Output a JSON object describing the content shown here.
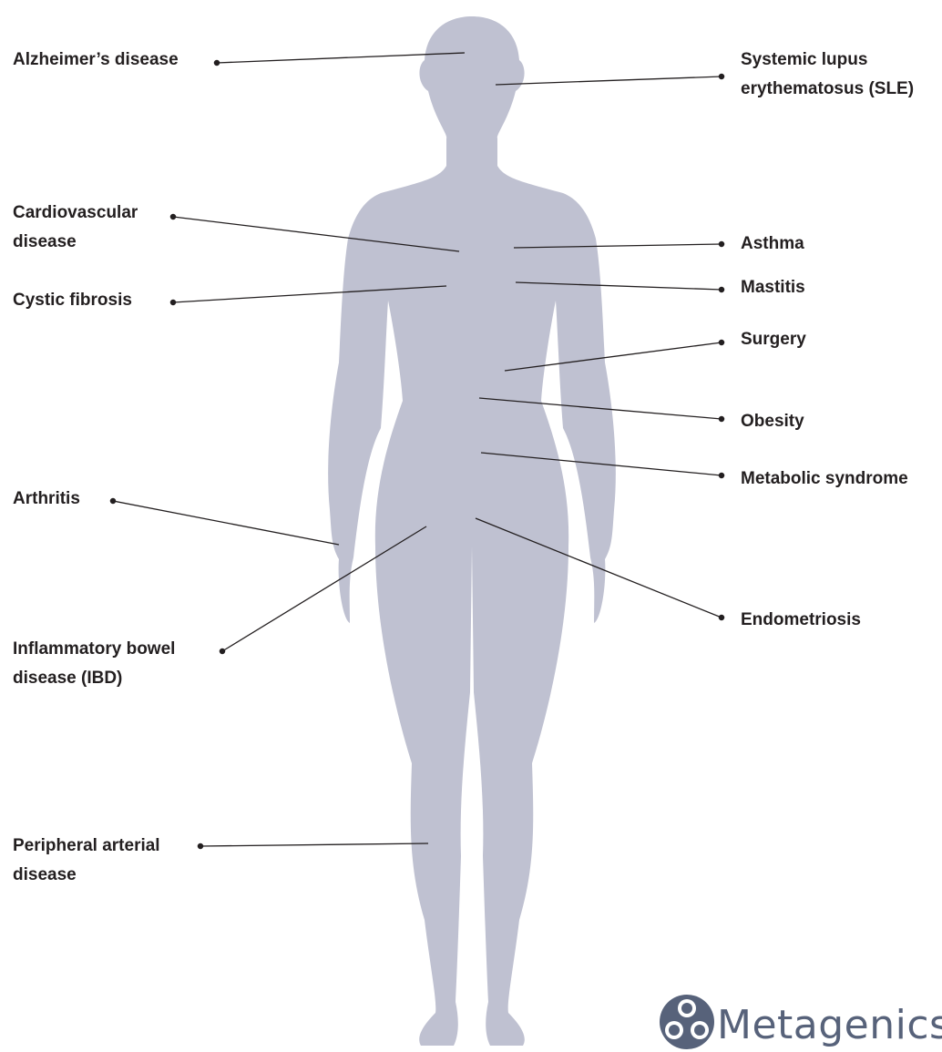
{
  "figure": {
    "silhouette_color": "#bfc1d1",
    "line_color": "#231f20",
    "label_color": "#231f20"
  },
  "labels": [
    {
      "id": "alzheimers",
      "text": "Alzheimer’s disease"
    },
    {
      "id": "sle",
      "text": "Systemic lupus\nerythematosus (SLE)"
    },
    {
      "id": "cardiovascular",
      "text": "Cardiovascular\ndisease"
    },
    {
      "id": "asthma",
      "text": "Asthma"
    },
    {
      "id": "cystic-fibrosis",
      "text": "Cystic  fibrosis"
    },
    {
      "id": "mastitis",
      "text": "Mastitis"
    },
    {
      "id": "surgery",
      "text": "Surgery"
    },
    {
      "id": "obesity",
      "text": "Obesity"
    },
    {
      "id": "metabolic-syndrome",
      "text": "Metabolic  syndrome"
    },
    {
      "id": "arthritis",
      "text": "Arthritis"
    },
    {
      "id": "endometriosis",
      "text": "Endometriosis"
    },
    {
      "id": "ibd",
      "text": "Inflammatory bowel\ndisease (IBD)"
    },
    {
      "id": "pad",
      "text": "Peripheral arterial\ndisease"
    }
  ],
  "logo": {
    "text": "Metagenics",
    "icon": "metagenics-logo-icon",
    "color": "#57627a"
  }
}
